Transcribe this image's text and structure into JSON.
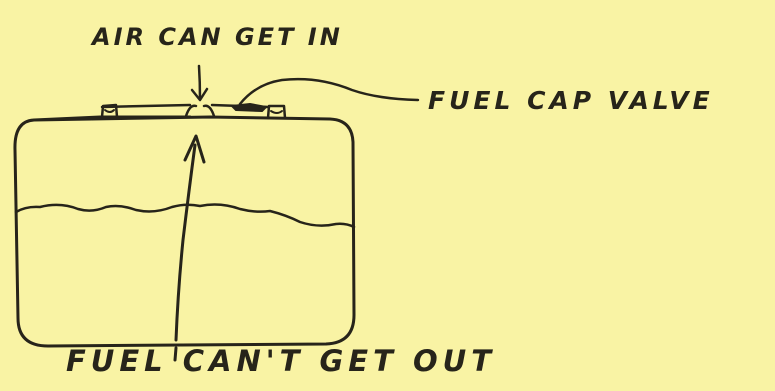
{
  "diagram": {
    "background_color": "#f9f3a4",
    "ink_color": "#27241a",
    "labels": {
      "air_can_get_in": "AIR CAN GET IN",
      "fuel_cap_valve": "FUEL CAP VALVE",
      "fuel_cant_get_out": "FUEL CAN'T GET OUT"
    }
  }
}
